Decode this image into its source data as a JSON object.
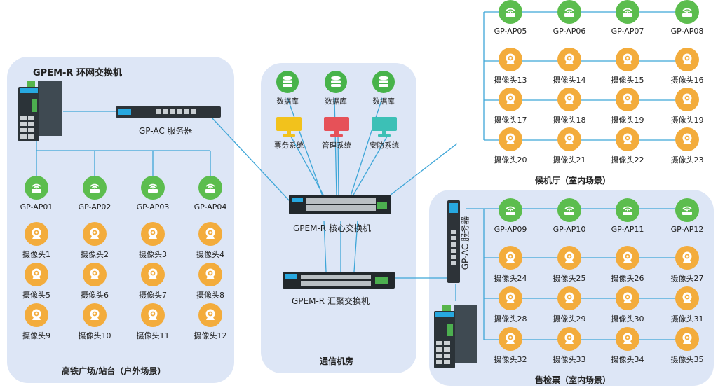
{
  "zones": {
    "outdoor": {
      "title": "GPEM-R 环网交换机",
      "caption": "高铁广场/站台（户外场景）"
    },
    "server_room": {
      "caption": "通信机房"
    },
    "waiting": {
      "caption": "候机厅（室内场景）"
    },
    "ticket": {
      "caption": "售检票（室内场景）"
    }
  },
  "devices": {
    "gp_ac_left": "GP-AC 服务器",
    "gp_ac_right": "GP-AC 服务器",
    "core_switch": "GPEM-R 核心交换机",
    "agg_switch": "GPEM-R 汇聚交换机"
  },
  "systems": {
    "db": [
      "数据库",
      "数据库",
      "数据库"
    ],
    "apps": [
      "票务系统",
      "管理系统",
      "安防系统"
    ]
  },
  "outdoor": {
    "aps": [
      "GP-AP01",
      "GP-AP02",
      "GP-AP03",
      "GP-AP04"
    ],
    "cams": [
      [
        "摄像头1",
        "摄像头2",
        "摄像头3",
        "摄像头4"
      ],
      [
        "摄像头5",
        "摄像头6",
        "摄像头7",
        "摄像头8"
      ],
      [
        "摄像头9",
        "摄像头10",
        "摄像头11",
        "摄像头12"
      ]
    ]
  },
  "waiting": {
    "aps": [
      "GP-AP05",
      "GP-AP06",
      "GP-AP07",
      "GP-AP08"
    ],
    "cams": [
      [
        "摄像头13",
        "摄像头14",
        "摄像头15",
        "摄像头16"
      ],
      [
        "摄像头17",
        "摄像头18",
        "摄像头19",
        "摄像头19"
      ],
      [
        "摄像头20",
        "摄像头21",
        "摄像头22",
        "摄像头23"
      ]
    ]
  },
  "ticket": {
    "aps": [
      "GP-AP09",
      "GP-AP10",
      "GP-AP11",
      "GP-AP12"
    ],
    "cams": [
      [
        "摄像头24",
        "摄像头25",
        "摄像头26",
        "摄像头27"
      ],
      [
        "摄像头28",
        "摄像头29",
        "摄像头30",
        "摄像头31"
      ],
      [
        "摄像头32",
        "摄像头33",
        "摄像头34",
        "摄像头35"
      ]
    ]
  },
  "colors": {
    "panel": "#dde6f6",
    "wire": "#3ea6d8",
    "ap": "#5cbd4e",
    "camera": "#f3ac3c",
    "db": "#47b34a",
    "ticket_sys": "#f2c21c",
    "mgmt_sys": "#e65158",
    "sec_sys": "#3cc0b6"
  }
}
